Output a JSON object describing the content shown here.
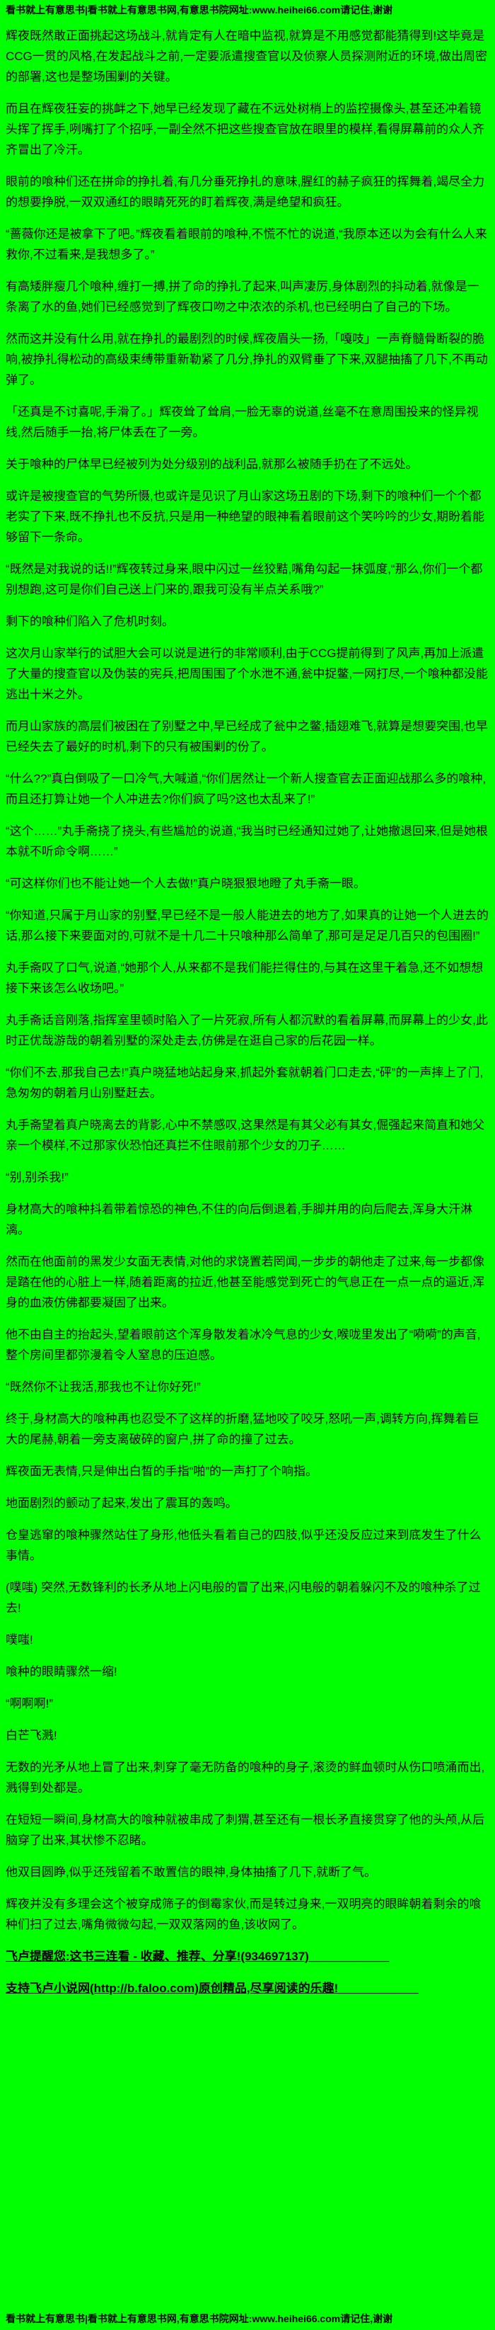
{
  "colors": {
    "background": "#00ff00",
    "text": "#000000"
  },
  "site": {
    "header_text": "看书就上有意思书|看书就上有意思书网,有意思书院网址:www.heihei66.com请记住,谢谢",
    "footer_text": "看书就上有意思书|看书就上有意思书网,有意思书院网址:www.heihei66.com请记住,谢谢",
    "site_url": "www.heihei66.com"
  },
  "content": {
    "paragraphs": [
      "辉夜既然敢正面挑起这场战斗,就肯定有人在暗中监视,就算是不用感觉都能猜得到!这毕竟是CCG一贯的风格,在发起战斗之前,一定要派遣搜查官以及侦察人员探测附近的环境,做出周密的部署,这也是整场围剿的关键。",
      "而且在辉夜狂妄的挑衅之下,她早已经发现了藏在不远处树梢上的监控摄像头,甚至还冲着镜头挥了挥手,咧嘴打了个招呼,一副全然不把这些搜查官放在眼里的模样,看得屏幕前的众人齐齐冒出了冷汗。",
      "眼前的喰种们还在拼命的挣扎着,有几分垂死挣扎的意味,腥红的赫子疯狂的挥舞着,竭尽全力的想要挣脱,一双双通红的眼睛死死的盯着辉夜,满是绝望和疯狂。",
      "“蔷薇你还是被拿下了吧。”辉夜看着眼前的喰种,不慌不忙的说道,“我原本还以为会有什么人来救你,不过看来,是我想多了。”",
      "有高矮胖瘦几个喰种,缠打一搏,拼了命的挣扎了起来,叫声凄厉,身体剧烈的抖动着,就像是一条离了水的鱼,她们已经感觉到了辉夜口吻之中浓浓的杀机,也已经明白了自己的下场。",
      "然而这并没有什么用,就在挣扎的最剧烈的时候,辉夜眉头一扬,「嘎吱」一声脊髓骨断裂的脆响,被挣扎得松动的高级束缚带重新勒紧了几分,挣扎的双臂垂了下来,双腿抽搐了几下,不再动弹了。",
      "「还真是不讨喜呢,手滑了。」辉夜耸了耸肩,一脸无辜的说道,丝毫不在意周围投来的怪异视线,然后随手一抬,将尸体丢在了一旁。",
      "关于喰种的尸体早已经被列为处分级别的战利品,就那么被随手扔在了不远处。",
      "或许是被搜查官的气势所慑,也或许是见识了月山家这场丑剧的下场,剩下的喰种们一个个都老实了下来,既不挣扎也不反抗,只是用一种绝望的眼神看着眼前这个笑吟吟的少女,期盼着能够留下一条命。",
      "“既然是对我说的话!!”辉夜转过身来,眼中闪过一丝狡黠,嘴角勾起一抹弧度,“那么,你们一个都别想跑,这可是你们自己送上门来的,跟我可没有半点关系哦?”",
      "剩下的喰种们陷入了危机时刻。",
      "这次月山家举行的试胆大会可以说是进行的非常顺利,由于CCG提前得到了风声,再加上派遣了大量的搜查官以及伪装的宪兵,把周围围了个水泄不通,瓮中捉鳖,一网打尽,一个喰种都没能逃出十米之外。",
      "而月山家族的高层们被困在了别墅之中,早已经成了瓮中之鳖,插翅难飞,就算是想要突围,也早已经失去了最好的时机,剩下的只有被围剿的份了。",
      "“什么??”真白倒吸了一口冷气,大喊道,“你们居然让一个新人搜查官去正面迎战那么多的喰种,而且还打算让她一个人冲进去?你们疯了吗?这也太乱来了!”",
      "“这个……”丸手斋挠了挠头,有些尴尬的说道,“我当时已经通知过她了,让她撤退回来,但是她根本就不听命令啊……”",
      "“可这样你们也不能让她一个人去做!”真户晓狠狠地瞪了丸手斋一眼。",
      "“你知道,只属于月山家的别墅,早已经不是一般人能进去的地方了,如果真的让她一个人进去的话,那么接下来要面对的,可就不是十几二十只喰种那么简单了,那可是足足几百只的包围圈!”",
      "丸手斋叹了口气,说道,“她那个人,从来都不是我们能拦得住的,与其在这里干着急,还不如想想接下来该怎么收场吧。”",
      "丸手斋话音刚落,指挥室里顿时陷入了一片死寂,所有人都沉默的看着屏幕,而屏幕上的少女,此时正优哉游哉的朝着别墅的深处走去,仿佛是在逛自己家的后花园一样。",
      "“你们不去,那我自己去!”真户晓猛地站起身来,抓起外套就朝着门口走去,“砰”的一声摔上了门,急匆匆的朝着月山别墅赶去。",
      "丸手斋望着真户晓离去的背影,心中不禁感叹,这果然是有其父必有其女,倔强起来简直和她父亲一个模样,不过那家伙恐怕还真拦不住眼前那个少女的刀子……",
      "“别,别杀我!”",
      "身材高大的喰种抖着带着惊恐的神色,不住的向后倒退着,手脚并用的向后爬去,浑身大汗淋漓。",
      "然而在他面前的黑发少女面无表情,对他的求饶置若罔闻,一步步的朝他走了过来,每一步都像是踏在他的心脏上一样,随着距离的拉近,他甚至能感觉到死亡的气息正在一点一点的逼近,浑身的血液仿佛都要凝固了出来。",
      "他不由自主的抬起头,望着眼前这个浑身散发着冰冷气息的少女,喉咙里发出了“嗬嗬”的声音,整个房间里都弥漫着令人窒息的压迫感。",
      "“既然你不让我活,那我也不让你好死!”",
      "终于,身材高大的喰种再也忍受不了这样的折磨,猛地咬了咬牙,怒吼一声,调转方向,挥舞着巨大的尾赫,朝着一旁支离破碎的窗户,拼了命的撞了过去。",
      "辉夜面无表情,只是伸出白皙的手指“啪”的一声打了个响指。",
      "地面剧烈的颤动了起来,发出了震耳的轰鸣。",
      "仓皇逃窜的喰种骤然站住了身形,他低头看着自己的四肢,似乎还没反应过来到底发生了什么事情。",
      "(噗嗤) 突然,无数锋利的长矛从地上闪电般的冒了出来,闪电般的朝着躲闪不及的喰种杀了过去!",
      "噗嗤!",
      "喰种的眼睛骤然一缩!",
      "“啊啊啊!”",
      "白芒飞溅!",
      "无数的光矛从地上冒了出来,刺穿了毫无防备的喰种的身子,滚烫的鲜血顿时从伤口喷涌而出,溅得到处都是。",
      "在短短一瞬间,身材高大的喰种就被串成了刺猬,甚至还有一根长矛直接贯穿了他的头颅,从后脑穿了出来,其状惨不忍睹。",
      "他双目圆睁,似乎还残留着不敢置信的眼神,身体抽搐了几下,就断了气。",
      "辉夜并没有多理会这个被穿成筛子的倒霉家伙,而是转过身来,一双明亮的眼眸朝着剩余的喰种们扫了过去,嘴角微微勾起,一双双落网的鱼,该收网了。"
    ]
  },
  "promo": {
    "line1": "飞卢提醒您:这书三连看 - 收藏、推荐、分享!(934697137)____________",
    "line2": "支持飞卢小说网(http://b.faloo.com)原创精品,尽享阅读的乐趣!____________"
  }
}
